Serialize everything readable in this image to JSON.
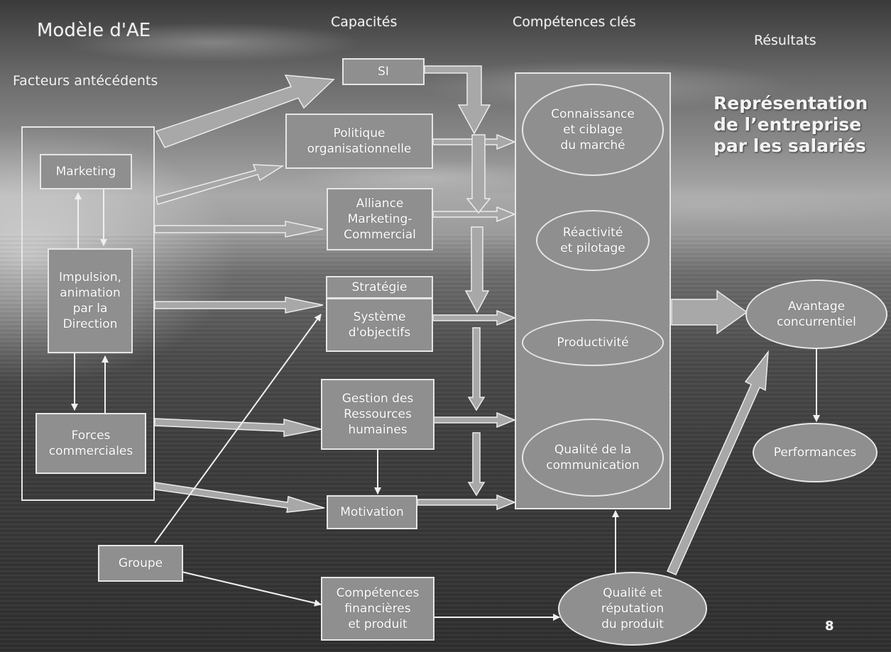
{
  "title": "Modèle d'AE",
  "columns": {
    "antecedents": "Facteurs antécédents",
    "capacites": "Capacités",
    "competences": "Compétences clés",
    "resultats": "Résultats"
  },
  "headline": "Représentation\nde l’entreprise\npar les salariés",
  "antecedents": {
    "marketing": "Marketing",
    "impulsion": "Impulsion,\nanimation\npar la\nDirection",
    "forces": "Forces\ncommerciales",
    "groupe": "Groupe"
  },
  "capacites": {
    "si": "SI",
    "politique": "Politique\norganisationnelle",
    "alliance": "Alliance\nMarketing-\nCommercial",
    "strategie": "Stratégie",
    "systeme": "Système\nd'objectifs",
    "grh": "Gestion des\nRessources\nhumaines",
    "motivation": "Motivation",
    "financieres": "Compétences\nfinancières\net produit"
  },
  "competences": {
    "connaissance": "Connaissance\net ciblage\ndu marché",
    "reactivite": "Réactivité\net pilotage",
    "productivite": "Productivité",
    "communication": "Qualité de la\ncommunication"
  },
  "resultats": {
    "qualite_produit": "Qualité et\nréputation\ndu produit",
    "avantage": "Avantage\nconcurrentiel",
    "performances": "Performances"
  },
  "page_number": "8",
  "colors": {
    "node_fill": "#8f8f8f",
    "outline": "#e6e6e6",
    "text": "#ffffff"
  }
}
